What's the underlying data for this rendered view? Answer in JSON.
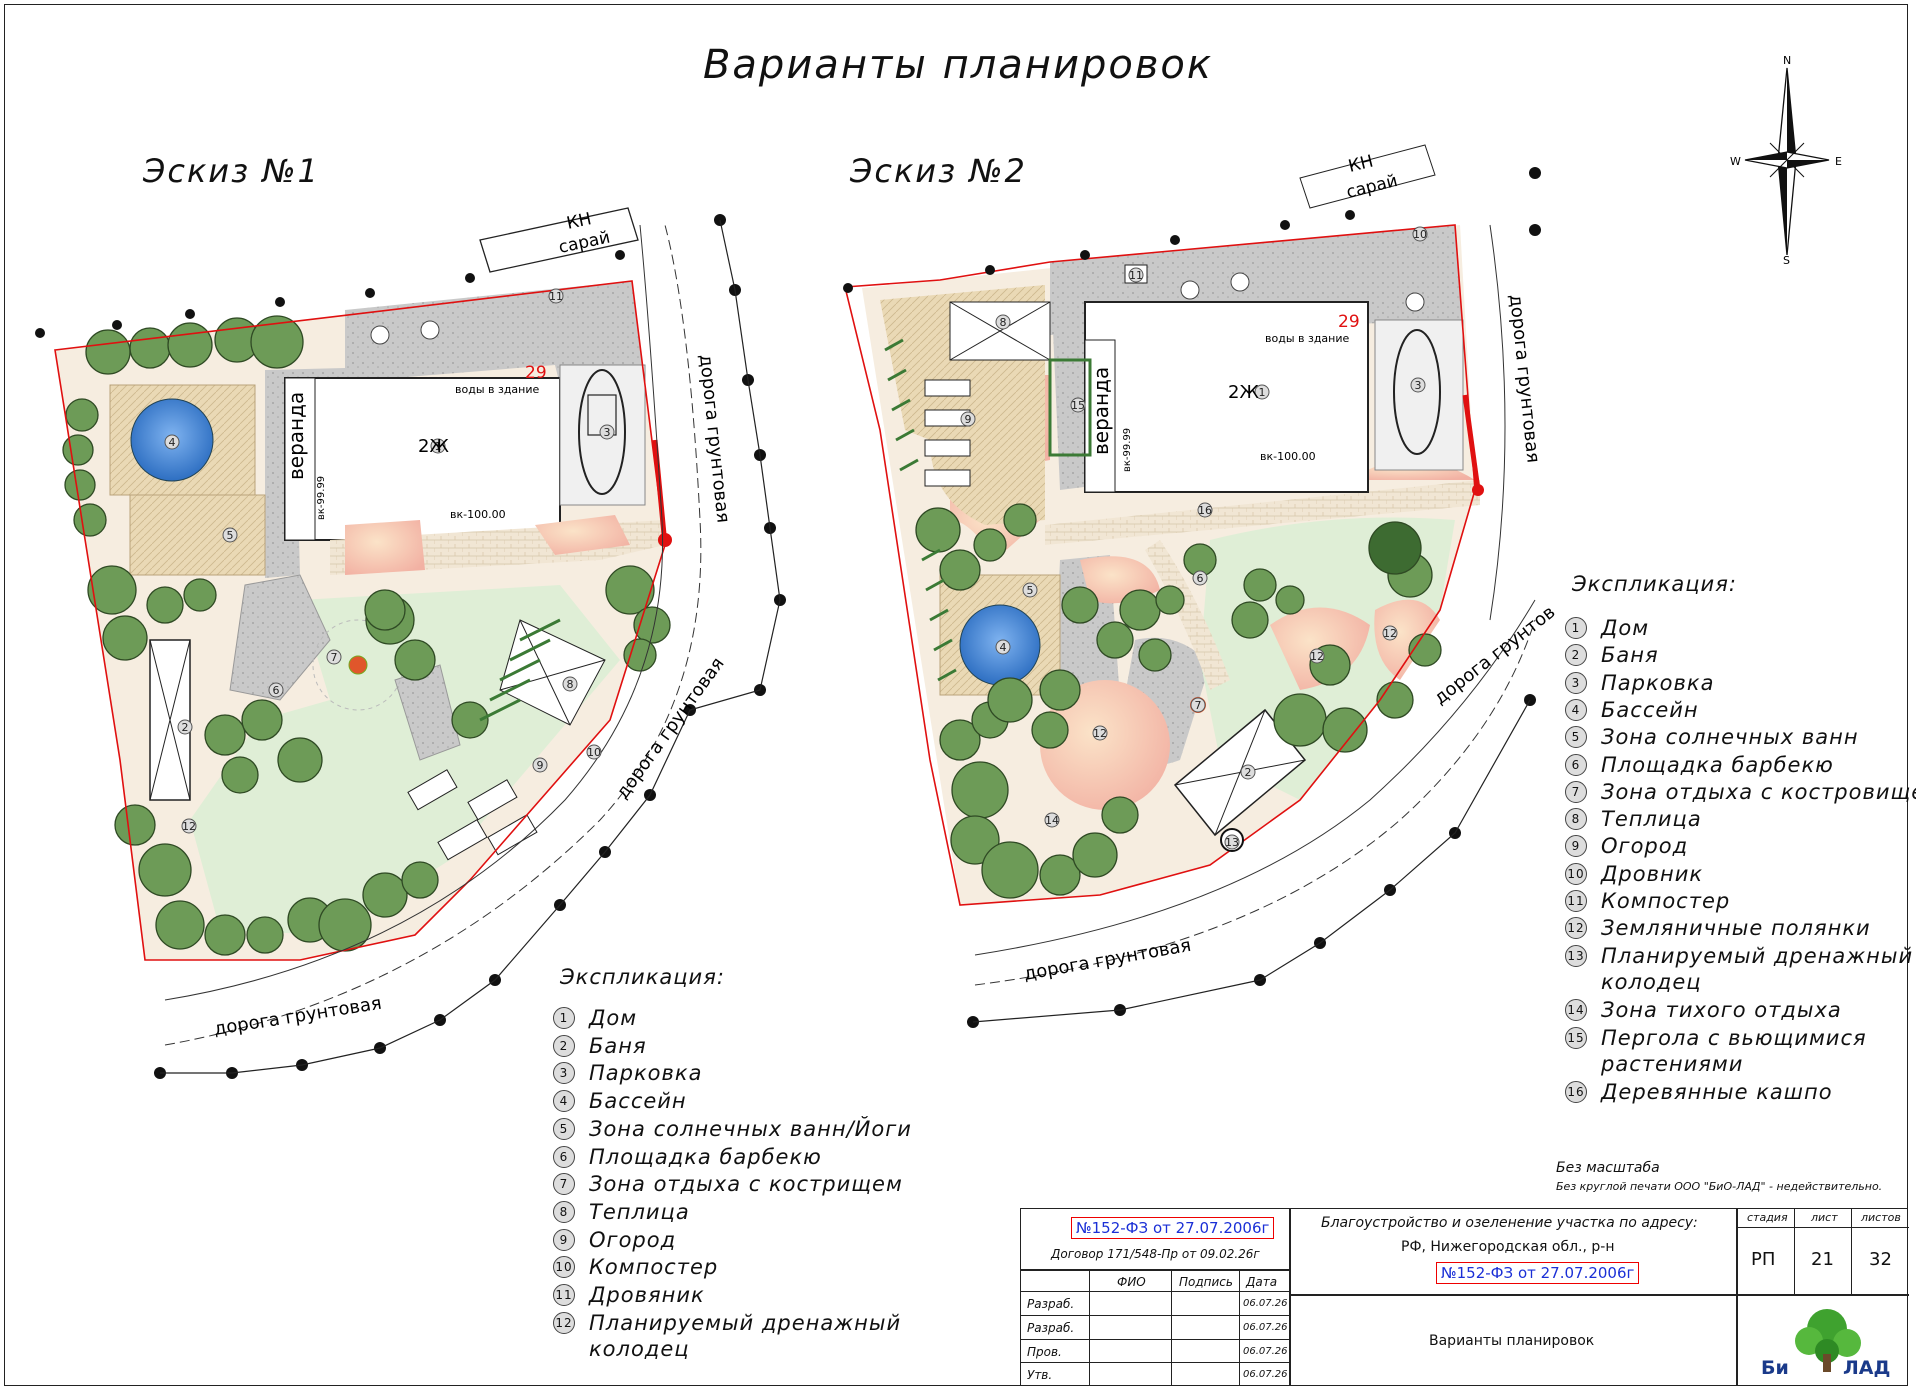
{
  "title": "Варианты планировок",
  "sketch1": {
    "title": "Эскиз №1",
    "legend_title": "Экспликация:",
    "legend": [
      {
        "num": "1",
        "text": "Дом"
      },
      {
        "num": "2",
        "text": "Баня"
      },
      {
        "num": "3",
        "text": "Парковка"
      },
      {
        "num": "4",
        "text": "Бассейн"
      },
      {
        "num": "5",
        "text": "Зона солнечных ванн/Йоги"
      },
      {
        "num": "6",
        "text": "Площадка барбекю"
      },
      {
        "num": "7",
        "text": "Зона отдыха с кострищем"
      },
      {
        "num": "8",
        "text": "Теплица"
      },
      {
        "num": "9",
        "text": "Огород"
      },
      {
        "num": "10",
        "text": "Компостер"
      },
      {
        "num": "11",
        "text": "Дровяник"
      },
      {
        "num": "12",
        "text": "Планируемый дренажный"
      }
    ],
    "legend_cont": "колодец",
    "labels": {
      "shed_kn": "КН",
      "shed": "сарай",
      "veranda": "веранда",
      "house_code": "2Ж",
      "number29": "29",
      "water": "воды в здание",
      "vk": "вк-100.00",
      "vk2": "вк-99.99",
      "road": "дорога грунтовая"
    }
  },
  "sketch2": {
    "title": "Эскиз №2",
    "legend_title": "Экспликация:",
    "legend": [
      {
        "num": "1",
        "text": "Дом"
      },
      {
        "num": "2",
        "text": "Баня"
      },
      {
        "num": "3",
        "text": "Парковка"
      },
      {
        "num": "4",
        "text": "Бассейн"
      },
      {
        "num": "5",
        "text": "Зона солнечных ванн"
      },
      {
        "num": "6",
        "text": "Площадка барбекю"
      },
      {
        "num": "7",
        "text": "Зона отдыха с костровищем"
      },
      {
        "num": "8",
        "text": "Теплица"
      },
      {
        "num": "9",
        "text": "Огород"
      },
      {
        "num": "10",
        "text": "Дровник"
      },
      {
        "num": "11",
        "text": "Компостер"
      },
      {
        "num": "12",
        "text": "Земляничные полянки"
      },
      {
        "num": "13",
        "text": "Планируемый дренажный"
      },
      {
        "num": "14",
        "text": "Зона тихого отдыха"
      },
      {
        "num": "15",
        "text": "Пергола с вьющимися"
      },
      {
        "num": "16",
        "text": "Деревянные кашпо"
      }
    ],
    "legend_cont": {
      "13": "колодец",
      "15": "растениями"
    },
    "labels": {
      "shed_kn": "КН",
      "shed": "сарай",
      "veranda": "веранда",
      "house_code": "2Ж",
      "number29": "29",
      "water": "воды в здание",
      "vk": "вк-100.00",
      "vk2": "вк-99.99",
      "road": "дорога грунтовая",
      "road_cut": "дорога грунтов"
    }
  },
  "compass": {
    "n": "N",
    "s": "S",
    "w": "W",
    "e": "E"
  },
  "notes": {
    "scale": "Без масштаба",
    "stamp": "Без круглой печати ООО \"БиО-ЛАД\" - недействительно."
  },
  "title_block": {
    "law_ref": "№152-ФЗ от 27.07.2006г",
    "contract": "Договор 171/548-Пр от 09.02.26г",
    "col_fio": "ФИО",
    "col_sign": "Подпись",
    "col_date": "Дата",
    "rows": [
      {
        "role": "Разраб.",
        "date": "06.07.26"
      },
      {
        "role": "Разраб.",
        "date": "06.07.26"
      },
      {
        "role": "Пров.",
        "date": "06.07.26"
      },
      {
        "role": "Утв.",
        "date": "06.07.26"
      }
    ],
    "address_line1": "Благоустройство и озеленение участка по адресу:",
    "address_line2": "РФ, Нижегородская обл., р-н",
    "address_ref": "№152-ФЗ от 27.07.2006г",
    "sheet_name": "Варианты планировок",
    "stage_label": "стадия",
    "sheet_label": "лист",
    "sheets_label": "листов",
    "stage": "РП",
    "sheet": "21",
    "sheets": "32",
    "logo_left": "Би",
    "logo_right": "ЛАД"
  },
  "colors": {
    "boundary": "#e01010",
    "paving": "#c8c8c8",
    "lawn": "#dfeed6",
    "deck": "#ead9b5",
    "pool": "#3f86d8",
    "tree": "#7fa86a"
  }
}
